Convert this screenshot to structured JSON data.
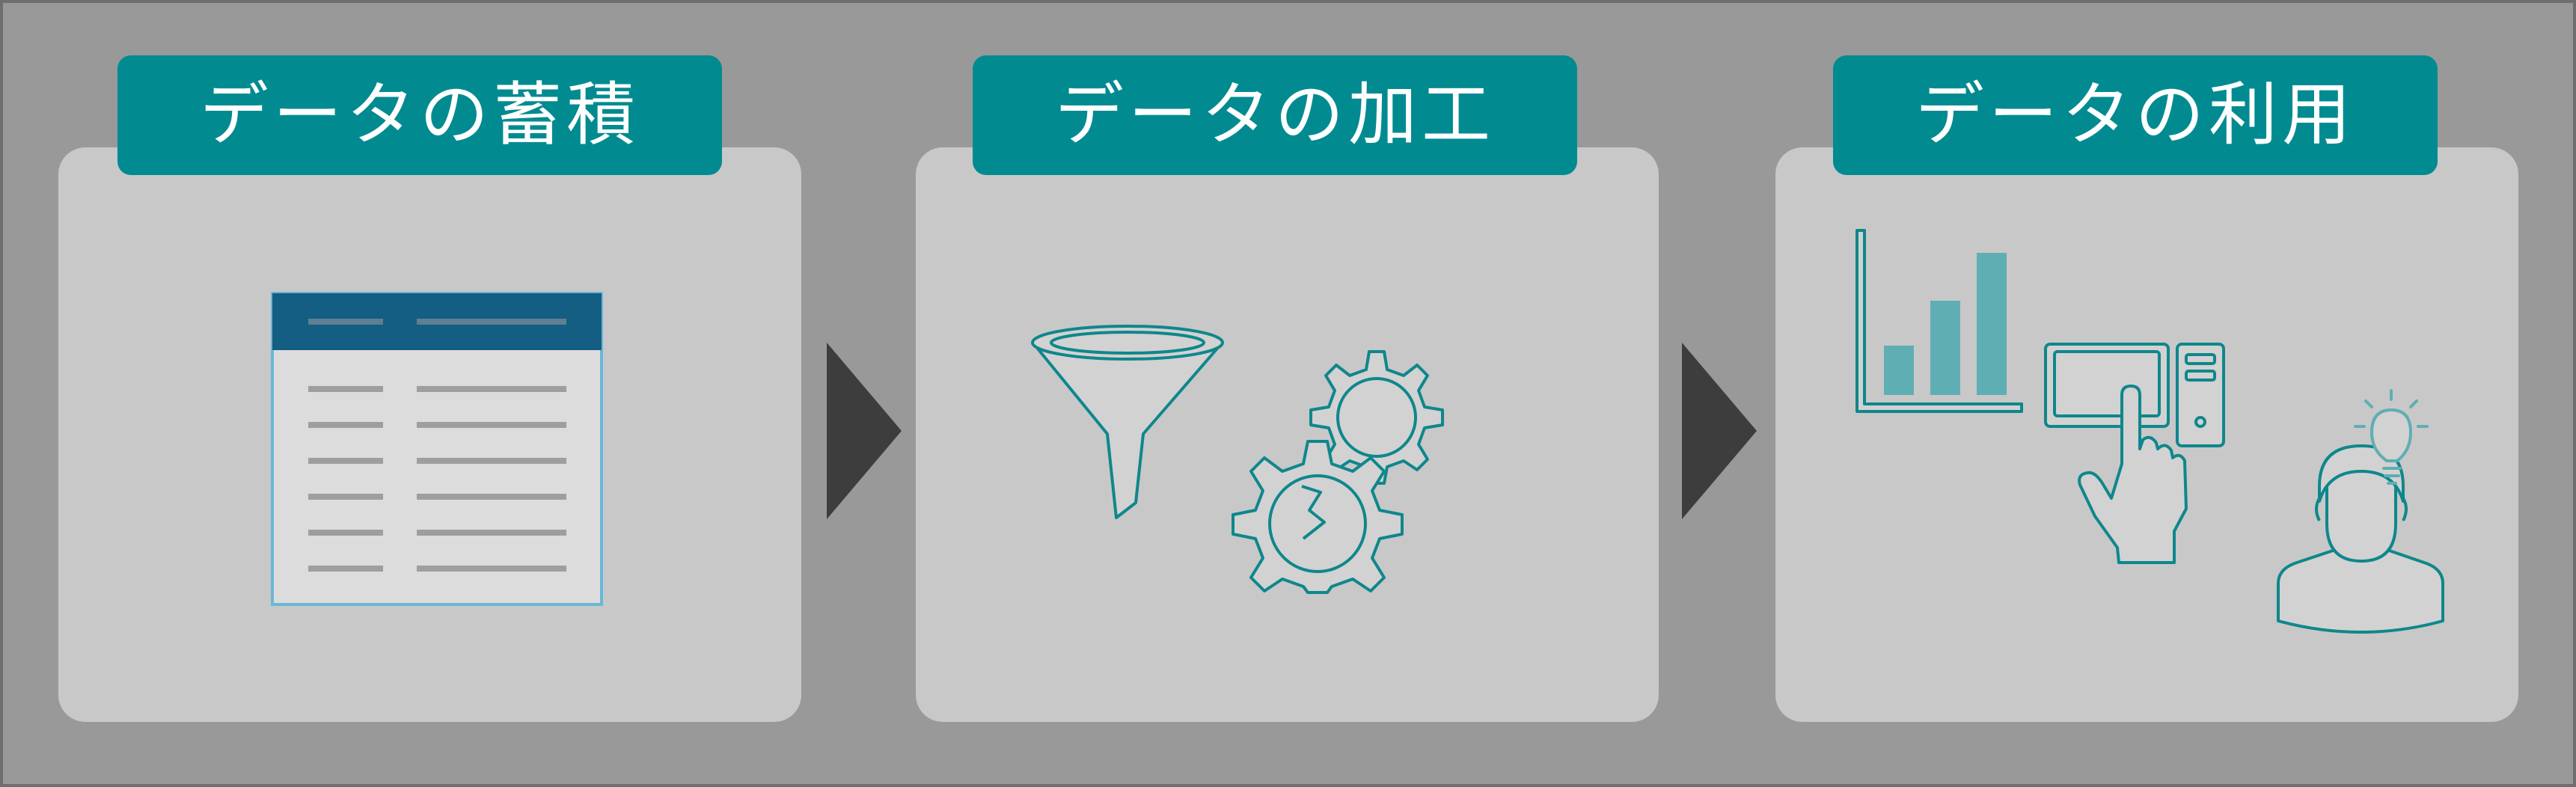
{
  "steps": [
    {
      "title": "データの蓄積",
      "icon": "table-icon"
    },
    {
      "title": "データの加工",
      "icon": "funnel-gears-icon"
    },
    {
      "title": "データの利用",
      "icon": "chart-computer-person-icon"
    }
  ],
  "colors": {
    "background": "#999999",
    "panel": "#c8c8c8",
    "tab": "#018b91",
    "tab_text": "#ffffff",
    "arrow": "#3d3d3d",
    "icon_stroke": "#0e878c",
    "table_header": "#135e82"
  }
}
